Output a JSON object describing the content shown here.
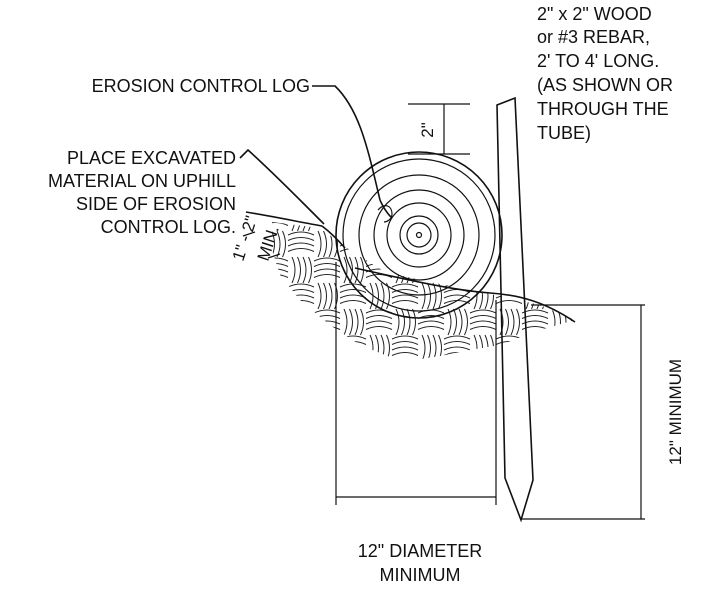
{
  "labels": {
    "stake": [
      "2\" x 2\"  WOOD",
      "or #3 REBAR,",
      "2' TO 4' LONG.",
      "(AS SHOWN OR",
      "THROUGH THE",
      "TUBE)"
    ],
    "log": "EROSION CONTROL LOG",
    "excavated": [
      "PLACE EXCAVATED",
      "MATERIAL ON UPHILL",
      "SIDE OF EROSION",
      "CONTROL LOG."
    ],
    "depth": [
      "1\" - 2\"",
      "MIN."
    ],
    "top_gap": "2\"",
    "min_depth": "12\" MINIMUM",
    "diameter": [
      "12\" DIAMETER",
      "MINIMUM"
    ]
  }
}
